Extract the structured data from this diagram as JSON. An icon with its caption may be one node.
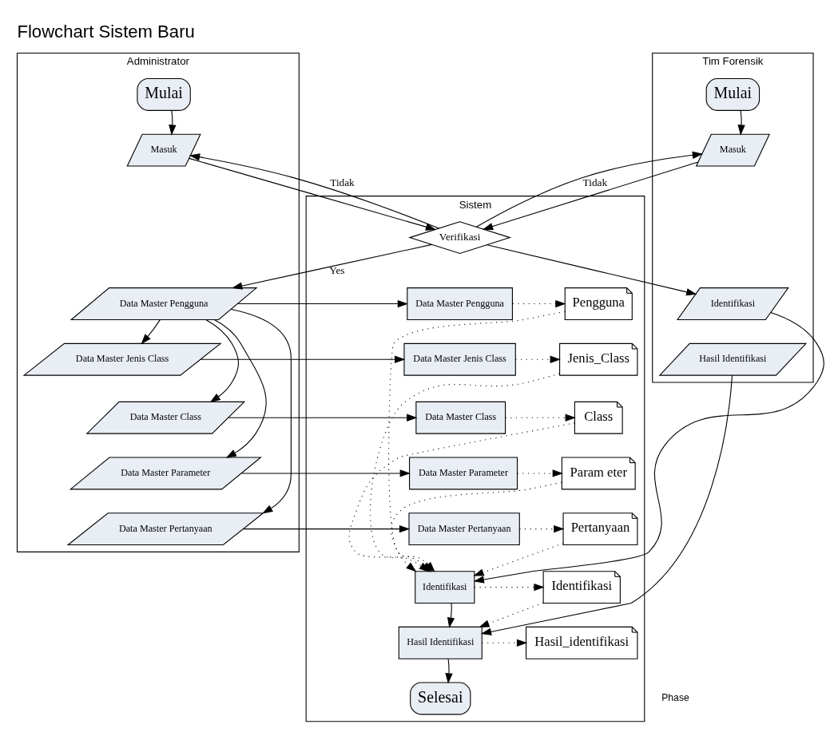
{
  "diagram": {
    "title": "Flowchart Sistem Baru",
    "nodes": [
      {
        "text": [
          "Administrator"
        ]
      },
      {
        "text": [
          "Sistem"
        ]
      },
      {
        "text": [
          "Tim Forensik"
        ]
      },
      {
        "text": [
          "Mulai"
        ],
        "in": 0
      },
      {
        "text": [
          "Masuk"
        ],
        "in": 0
      },
      {
        "text": [
          "Data Master Pengguna"
        ],
        "in": 0
      },
      {
        "text": [
          "Data Master Jenis Class"
        ],
        "in": 0
      },
      {
        "text": [
          "Data Master Class"
        ],
        "in": 0
      },
      {
        "text": [
          "Data Master Parameter"
        ],
        "in": 0
      },
      {
        "text": [
          "Data Master Pertanyaan"
        ],
        "in": 0
      },
      {
        "text": [
          "Verifikasi"
        ],
        "in": 1
      },
      {
        "text": [
          "Data Master Pengguna"
        ],
        "in": 1
      },
      {
        "text": [
          "Data Master Jenis Class"
        ],
        "in": 1
      },
      {
        "text": [
          "Data Master Class"
        ],
        "in": 1
      },
      {
        "text": [
          "Data Master Parameter"
        ],
        "in": 1
      },
      {
        "text": [
          "Data Master Pertanyaan"
        ],
        "in": 1
      },
      {
        "text": [
          "Pengguna"
        ],
        "in": 1
      },
      {
        "text": [
          "Jenis_Class"
        ],
        "in": 1
      },
      {
        "text": [
          "Class"
        ],
        "in": 1
      },
      {
        "text": [
          "Param eter"
        ],
        "in": 1
      },
      {
        "text": [
          "Pertanyaan"
        ],
        "in": 1
      },
      {
        "text": [
          "Identifikasi"
        ],
        "in": 1
      },
      {
        "text": [
          "Identifikasi"
        ],
        "in": 1
      },
      {
        "text": [
          "Hasil Identifikasi"
        ],
        "in": 1
      },
      {
        "text": [
          "Hasil_identifikasi"
        ],
        "in": 1
      },
      {
        "text": [
          "Selesai"
        ],
        "in": 1
      },
      {
        "text": [
          "Mulai"
        ],
        "in": 2
      },
      {
        "text": [
          "Masuk"
        ],
        "in": 2
      },
      {
        "text": [
          "Identifikasi"
        ],
        "in": 2
      },
      {
        "text": [
          "Hasil Identifikasi"
        ],
        "in": 2
      }
    ],
    "edges": [
      {
        "from": 3,
        "to": 4,
        "arrow": "to"
      },
      {
        "from": 4,
        "to": 10,
        "arrow": "to"
      },
      {
        "from": 26,
        "to": 27,
        "arrow": "to"
      },
      {
        "from": 27,
        "to": 10,
        "arrow": "to"
      },
      {
        "from": 10,
        "to": 4,
        "arrow": "to",
        "label": "Tidak"
      },
      {
        "from": 10,
        "to": 27,
        "arrow": "to",
        "label": "Tidak"
      },
      {
        "from": 10,
        "to": 5,
        "arrow": "to",
        "label": "Yes"
      },
      {
        "from": 10,
        "to": 28,
        "arrow": "to"
      },
      {
        "from": 5,
        "to": 11,
        "arrow": "to"
      },
      {
        "from": 5,
        "to": 6,
        "arrow": "to"
      },
      {
        "from": 5,
        "to": 7,
        "arrow": "to"
      },
      {
        "from": 5,
        "to": 8,
        "arrow": "to"
      },
      {
        "from": 5,
        "to": 9,
        "arrow": "to"
      },
      {
        "from": 6,
        "to": 12,
        "arrow": "to"
      },
      {
        "from": 7,
        "to": 13,
        "arrow": "to"
      },
      {
        "from": 8,
        "to": 14,
        "arrow": "to"
      },
      {
        "from": 9,
        "to": 15,
        "arrow": "to"
      },
      {
        "from": 11,
        "to": 16,
        "arrow": "to",
        "style": "dashed"
      },
      {
        "from": 12,
        "to": 17,
        "arrow": "to",
        "style": "dashed"
      },
      {
        "from": 13,
        "to": 18,
        "arrow": "to",
        "style": "dashed"
      },
      {
        "from": 14,
        "to": 19,
        "arrow": "to",
        "style": "dashed"
      },
      {
        "from": 15,
        "to": 20,
        "arrow": "to",
        "style": "dashed"
      },
      {
        "from": 16,
        "to": 21,
        "arrow": "to",
        "style": "dashed"
      },
      {
        "from": 17,
        "to": 21,
        "arrow": "to",
        "style": "dashed"
      },
      {
        "from": 18,
        "to": 21,
        "arrow": "to",
        "style": "dashed"
      },
      {
        "from": 19,
        "to": 21,
        "arrow": "to",
        "style": "dashed"
      },
      {
        "from": 20,
        "to": 21,
        "arrow": "to",
        "style": "dashed"
      },
      {
        "from": 28,
        "to": 21,
        "arrow": "to"
      },
      {
        "from": 21,
        "to": 22,
        "arrow": "to",
        "style": "dashed"
      },
      {
        "from": 21,
        "to": 23,
        "arrow": "to"
      },
      {
        "from": 22,
        "to": 23,
        "arrow": "to",
        "style": "dashed"
      },
      {
        "from": 29,
        "to": 23,
        "arrow": "to"
      },
      {
        "from": 23,
        "to": 24,
        "arrow": "to",
        "style": "dashed"
      },
      {
        "from": 23,
        "to": 25,
        "arrow": "to"
      }
    ],
    "labels": [
      "Phase"
    ]
  }
}
